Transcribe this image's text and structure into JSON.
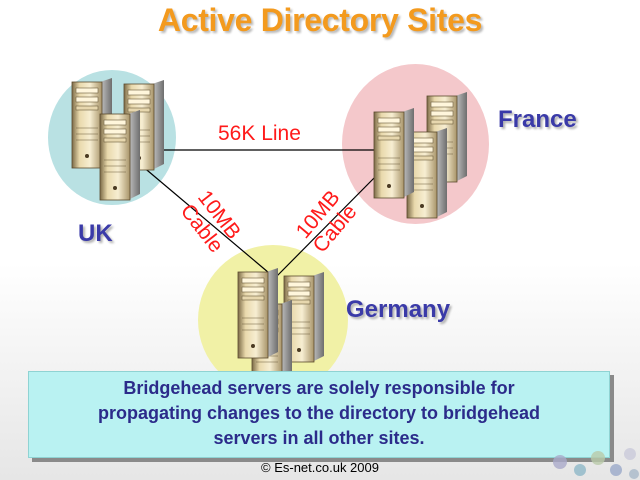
{
  "title": "Active Directory Sites",
  "sites": {
    "uk": "UK",
    "france": "France",
    "germany": "Germany"
  },
  "links": {
    "uk_france": "56K Line",
    "uk_germany_top": "10MB",
    "uk_germany_bottom": "Cable",
    "france_germany_top": "10MB",
    "france_germany_bottom": "Cable"
  },
  "info_box": {
    "line1": "Bridgehead servers are solely responsible for",
    "line2": "propagating changes to the directory to bridgehead",
    "line3": "servers in all other sites."
  },
  "footer": {
    "copyright": "© Es-net.co.uk 2009"
  },
  "colors": {
    "uk_site": "#b9e1e3",
    "france_site": "#f4c8cb",
    "germany_site": "#f1f1a6",
    "title": "#f39a1e",
    "site_label": "#3a3aa8",
    "link_label": "#ff1a1a"
  }
}
